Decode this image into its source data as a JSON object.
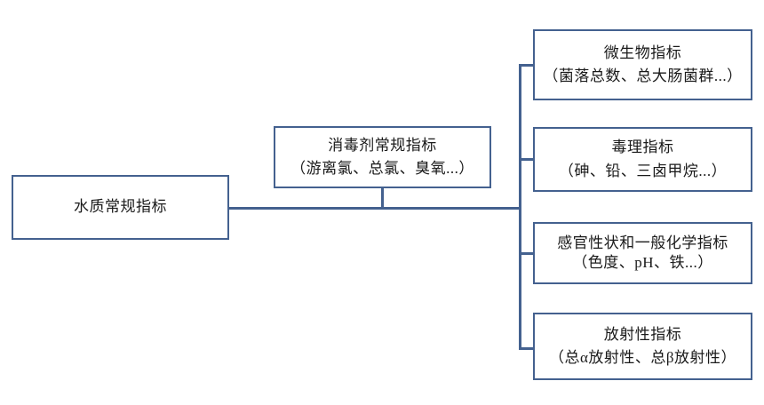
{
  "diagram": {
    "root": {
      "label": "水质常规指标"
    },
    "disinfectant": {
      "title": "消毒剂常规指标",
      "detail": "（游离氯、总氯、臭氧...）"
    },
    "branches": [
      {
        "title": "微生物指标",
        "detail": "（菌落总数、总大肠菌群...）"
      },
      {
        "title": "毒理指标",
        "detail": "（砷、铅、三卤甲烷...）"
      },
      {
        "title": "感官性状和一般化学指标",
        "detail": "（色度、pH、铁...）"
      },
      {
        "title": "放射性指标",
        "detail": "（总α放射性、总β放射性）"
      }
    ],
    "colors": {
      "border": "#44618f",
      "connector": "#44618f",
      "background": "#ffffff",
      "text": "#1a1a1a"
    }
  }
}
